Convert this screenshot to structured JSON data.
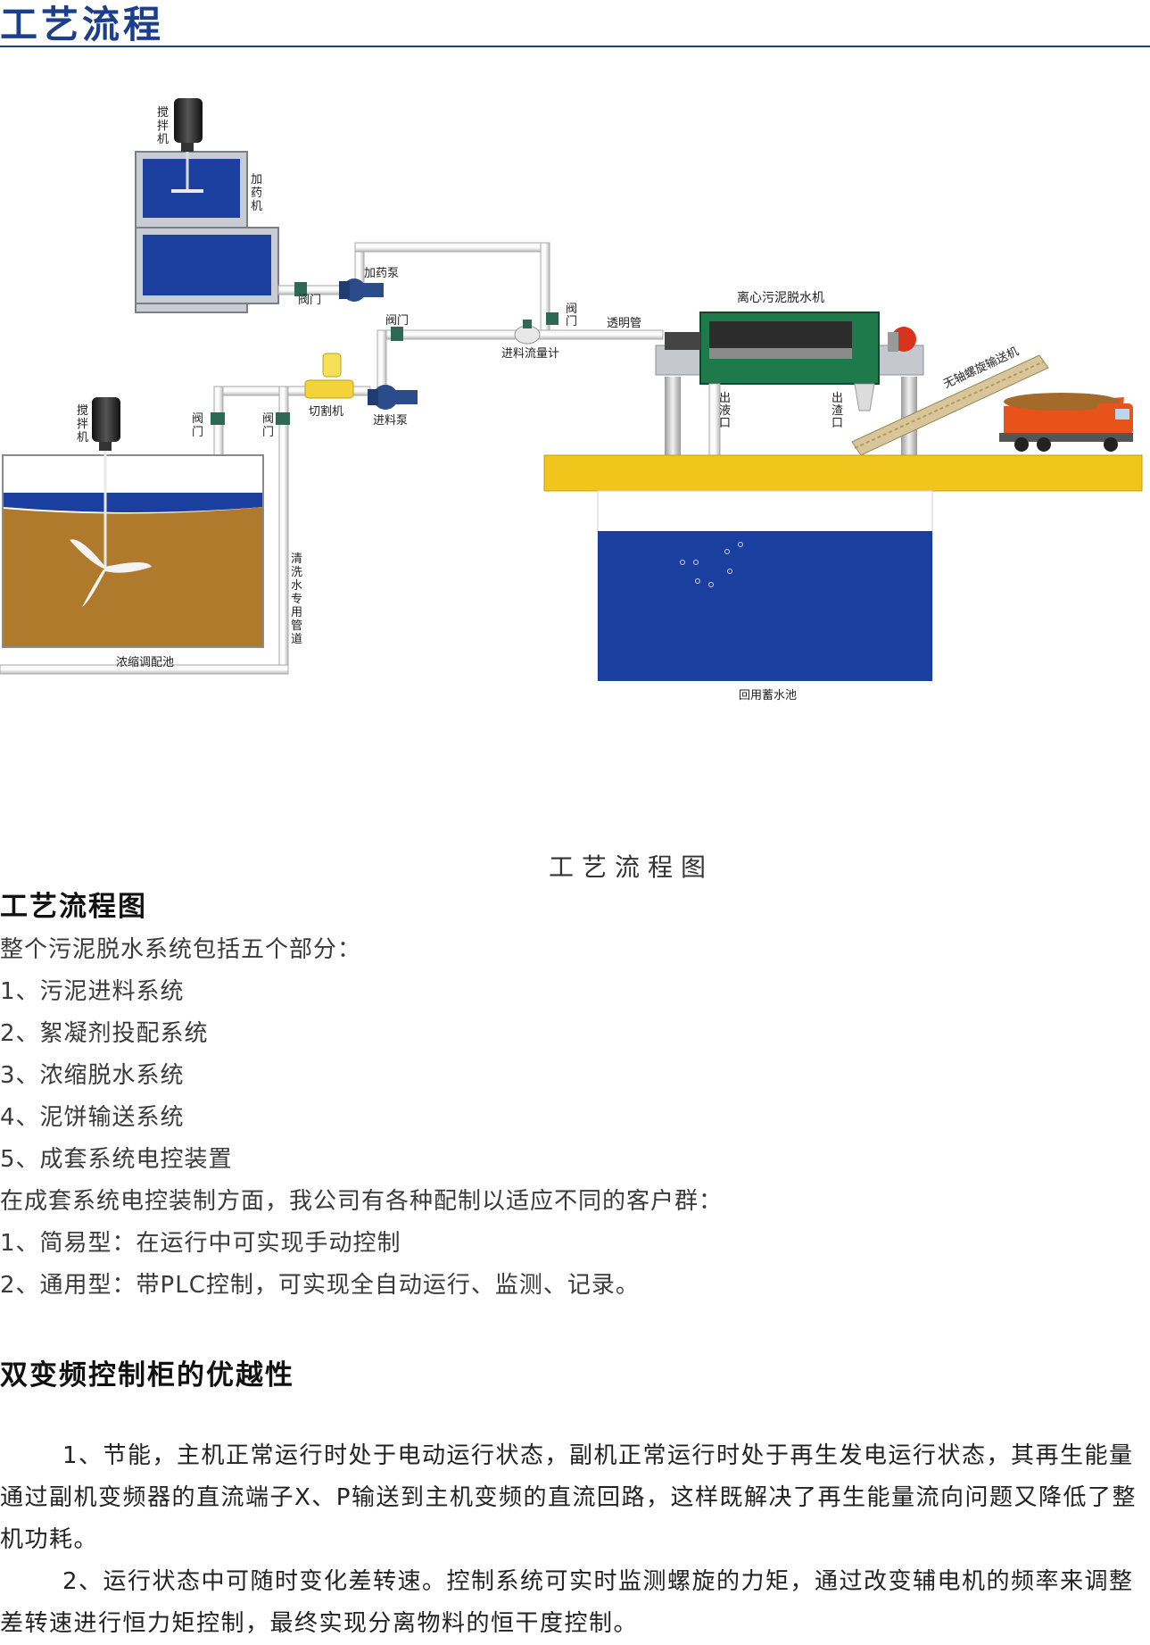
{
  "header": {
    "title": "工艺流程"
  },
  "diagram": {
    "labels": {
      "agitator_top": "搅拌机",
      "dosing_machine": "加药机",
      "valve_1": "阀门",
      "dosing_pump": "加药泵",
      "valve_2": "阀门",
      "valve_3": "阀门",
      "flowmeter": "进料流量计",
      "clear_pipe": "透明管",
      "centrifuge": "离心污泥脱水机",
      "conveyor": "无轴螺旋输送机",
      "liquid_outlet": "出液口",
      "solid_outlet": "出渣口",
      "agitator_bottom": "搅拌机",
      "valve_4": "阀门",
      "valve_5": "阀门",
      "cutter": "切割机",
      "feed_pump": "进料泵",
      "wash_pipe": "清洗水专用管道",
      "thickening_tank": "浓缩调配池",
      "reuse_tank": "回用蓄水池"
    },
    "caption": "工艺流程图"
  },
  "section1": {
    "title": "工艺流程图",
    "lines": [
      "整个污泥脱水系统包括五个部分：",
      "1、污泥进料系统",
      "2、絮凝剂投配系统",
      "3、浓缩脱水系统",
      "4、泥饼输送系统",
      "5、成套系统电控装置",
      "在成套系统电控装制方面，我公司有各种配制以适应不同的客户群：",
      "1、简易型：在运行中可实现手动控制",
      "2、通用型：带PLC控制，可实现全自动运行、监测、记录。"
    ]
  },
  "section2": {
    "title": "双变频控制柜的优越性",
    "paragraphs": [
      "1、节能，主机正常运行时处于电动运行状态，副机正常运行时处于再生发电运行状态，其再生能量通过副机变频器的直流端子X、P输送到主机变频的直流回路，这样既解决了再生能量流向问题又降低了整机功耗。",
      "2、运行状态中可随时变化差转速。控制系统可实时监测螺旋的力矩，通过改变辅电机的频率来调整差转速进行恒力矩控制，最终实现分离物料的恒干度控制。"
    ]
  },
  "colors": {
    "brand": "#1c3f8c",
    "water": "#1b3f9e",
    "sludge": "#b07a2c",
    "floor": "#f0c51c",
    "machine_green": "#1e7a4a",
    "truck_orange": "#e8521b"
  }
}
